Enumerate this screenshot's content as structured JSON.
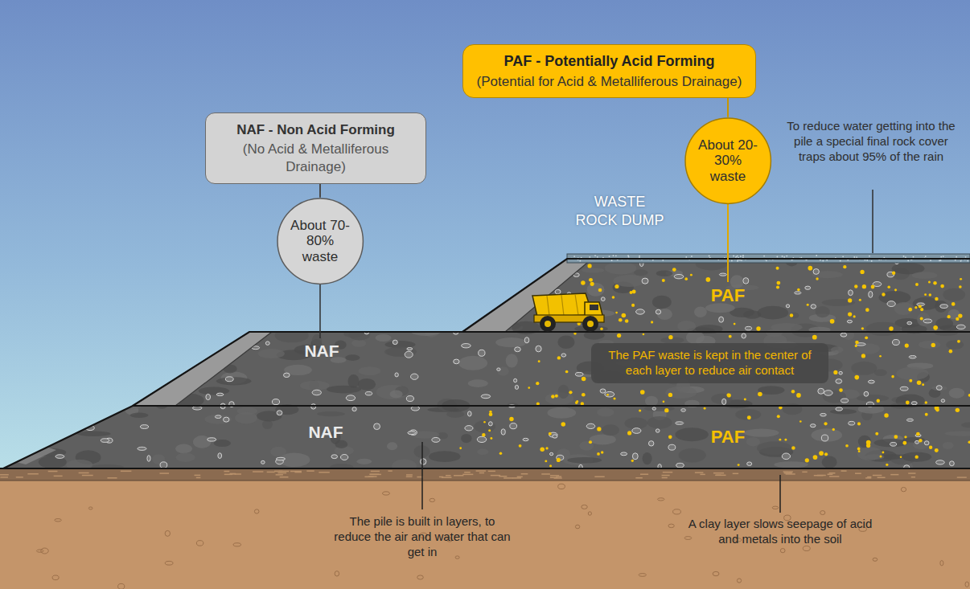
{
  "diagram": {
    "nodes": [
      {
        "text": [
          "NAF - Non Acid Forming",
          "(No Acid & Metalliferous Drainage)"
        ]
      },
      {
        "text": [
          "About 70-80% waste"
        ]
      },
      {
        "text": [
          "PAF - Potentially Acid Forming",
          "(Potential for Acid & Metalliferous Drainage)"
        ]
      },
      {
        "text": [
          "About 20-30% waste"
        ]
      },
      {
        "text": [
          "The PAF waste is kept in the center of each layer to reduce air contact"
        ]
      }
    ],
    "edges": [
      {
        "from": 0,
        "to": 1,
        "arrow": "none"
      },
      {
        "from": 2,
        "to": 3,
        "arrow": "none"
      }
    ],
    "labels": [
      "WASTE ROCK DUMP",
      "To reduce water getting into the pile a special final rock cover traps about 95% of the rain",
      "PAF",
      "NAF",
      "NAF",
      "PAF",
      "The pile is built in layers, to reduce the air and water that can get in",
      "A clay layer slows seepage of acid and metals into the soil"
    ]
  }
}
